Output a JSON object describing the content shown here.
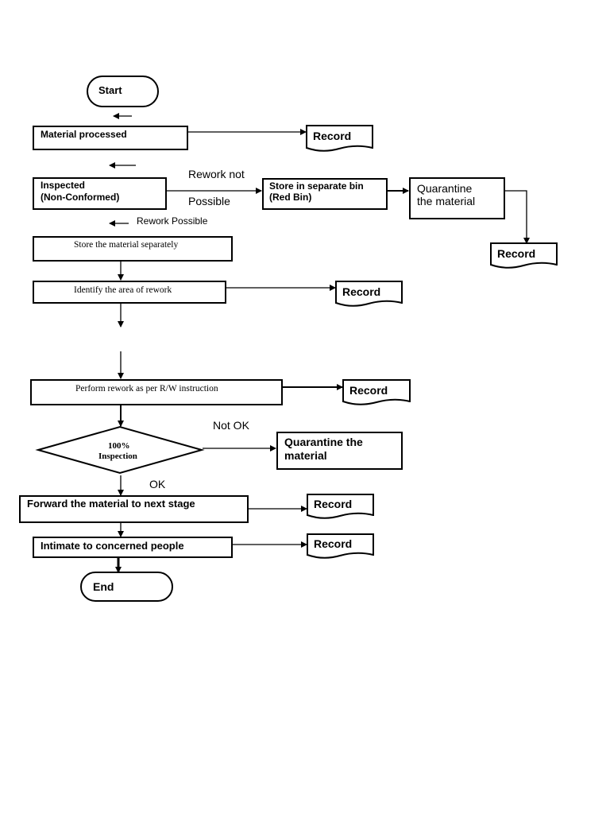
{
  "nodes": {
    "start": "Start",
    "material_processed": "Material processed",
    "inspected_line1": "Inspected",
    "inspected_line2": "(Non-Conformed)",
    "store_bin_line1": "Store in separate bin",
    "store_bin_line2": "(Red Bin)",
    "quarantine_top_line1": "Quarantine",
    "quarantine_top_line2": "the material",
    "store_separately": "Store the material separately",
    "identify_area": "Identify the area of rework",
    "perform_rework": "Perform rework as per R/W instruction",
    "inspection_line1": "100%",
    "inspection_line2": "Inspection",
    "quarantine_bottom_line1": "Quarantine the",
    "quarantine_bottom_line2": "material",
    "forward_material": "Forward the material to next stage",
    "intimate": "Intimate to concerned people",
    "end": "End"
  },
  "records": {
    "label": "Record"
  },
  "edge_labels": {
    "rework_not": "Rework not",
    "possible": "Possible",
    "rework_possible": "Rework Possible",
    "not_ok": "Not OK",
    "ok": "OK"
  },
  "colors": {
    "stroke": "#000000",
    "background": "#ffffff"
  }
}
